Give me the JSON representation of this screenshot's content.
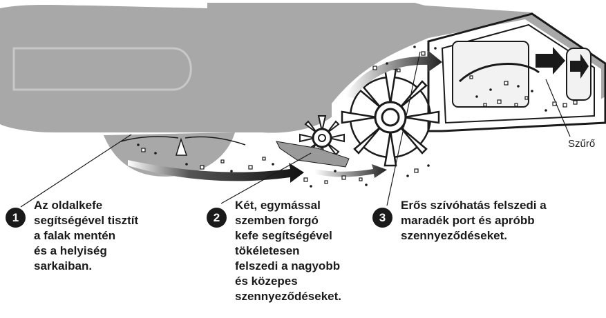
{
  "steps": [
    {
      "number": "1",
      "text": "Az oldalkefe\nsegítségével tisztít\na falak mentén\nés a helyiség\nsarkaiban."
    },
    {
      "number": "2",
      "text": "Két, egymással\nszemben forgó\nkefe segítségével\ntökéletesen\nfelszedi a nagyobb\nés közepes\nszennyeződéseket."
    },
    {
      "number": "3",
      "text": "Erős szívóhatás felszedi a\nmaradék port és apróbb\nszennyeződéseket."
    }
  ],
  "filter_label": "Szűrő",
  "colors": {
    "body_gray": "#a8a8a8",
    "dark": "#1a1a1a",
    "light_gray": "#d9d9d9"
  }
}
